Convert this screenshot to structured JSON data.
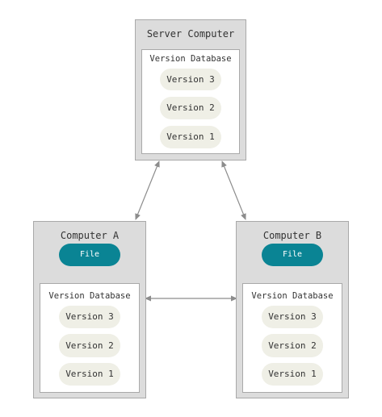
{
  "server": {
    "title": "Server Computer",
    "database": {
      "title": "Version Database",
      "versions": [
        "Version 3",
        "Version 2",
        "Version 1"
      ]
    }
  },
  "computer_a": {
    "title": "Computer A",
    "file": "File",
    "database": {
      "title": "Version Database",
      "versions": [
        "Version 3",
        "Version 2",
        "Version 1"
      ]
    }
  },
  "computer_b": {
    "title": "Computer B",
    "file": "File",
    "database": {
      "title": "Version Database",
      "versions": [
        "Version 3",
        "Version 2",
        "Version 1"
      ]
    }
  },
  "colors": {
    "box_fill": "#dcdcdc",
    "box_border": "#a9a9a9",
    "pill_fill": "#efefe6",
    "file_fill": "#0a8494",
    "arrow": "#8c8c8c"
  }
}
